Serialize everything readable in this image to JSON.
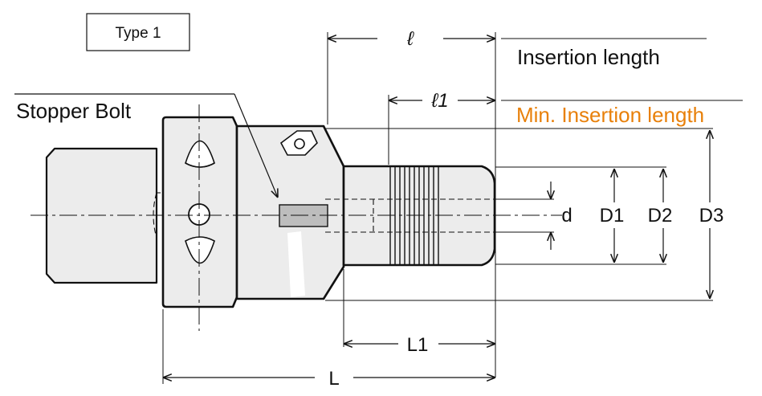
{
  "type_label": "Type 1",
  "callouts": {
    "stopper_bolt": "Stopper Bolt",
    "insertion_length": "Insertion length",
    "min_insertion_length": "Min. Insertion length"
  },
  "dimensions": {
    "l": "ℓ",
    "l1": "ℓ1",
    "d": "d",
    "D1": "D1",
    "D2": "D2",
    "D3": "D3",
    "L1": "L1",
    "L": "L"
  },
  "colors": {
    "line": "#111111",
    "body_fill": "#ececec",
    "highlight": "#e8800a"
  }
}
